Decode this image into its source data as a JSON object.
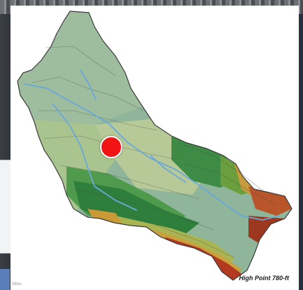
{
  "map": {
    "caption": "High Point 780-ft",
    "credit": "Miles",
    "marker_label": "location marker"
  },
  "colors": {
    "marker": "#f01414",
    "river": "#6aa8d8",
    "lowland": "#a7c495",
    "forest": "#2f7f3c",
    "ridge": "#b33a1e"
  }
}
